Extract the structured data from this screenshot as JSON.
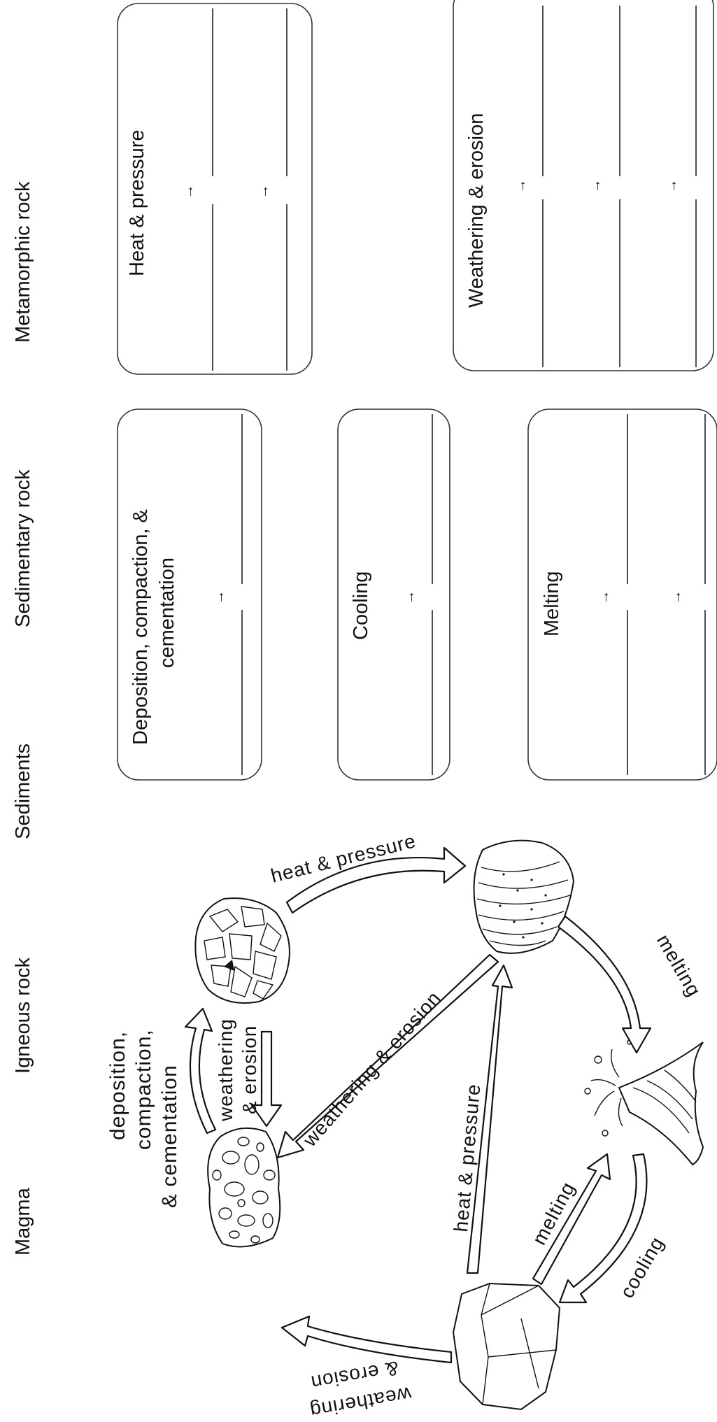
{
  "headings": [
    "Magma",
    "Igneous rock",
    "Sediments",
    "Sedimentary rock",
    "Metamorphic rock"
  ],
  "boxes": {
    "b1": "Heat & pressure",
    "b2": "Weathering & erosion",
    "b3_line1": "Deposition, compaction, &",
    "b3_line2": "cementation",
    "b4": "Cooling",
    "b5": "Melting"
  },
  "arrow_glyph": "→",
  "cycle": {
    "heat_pressure_top": "heat & pressure",
    "melting_right": "melting",
    "weathering_diag": "weathering & erosion",
    "weathering_vert_1": "weathering",
    "weathering_vert_2": "& erosion",
    "deposition_1": "deposition,",
    "deposition_2": "compaction,",
    "deposition_3": "& cementation",
    "heat_pressure_inner": "heat & pressure",
    "melting_inner": "melting",
    "cooling": "cooling",
    "weathering_bottom_1": "weathering",
    "weathering_bottom_2": "& erosion"
  }
}
